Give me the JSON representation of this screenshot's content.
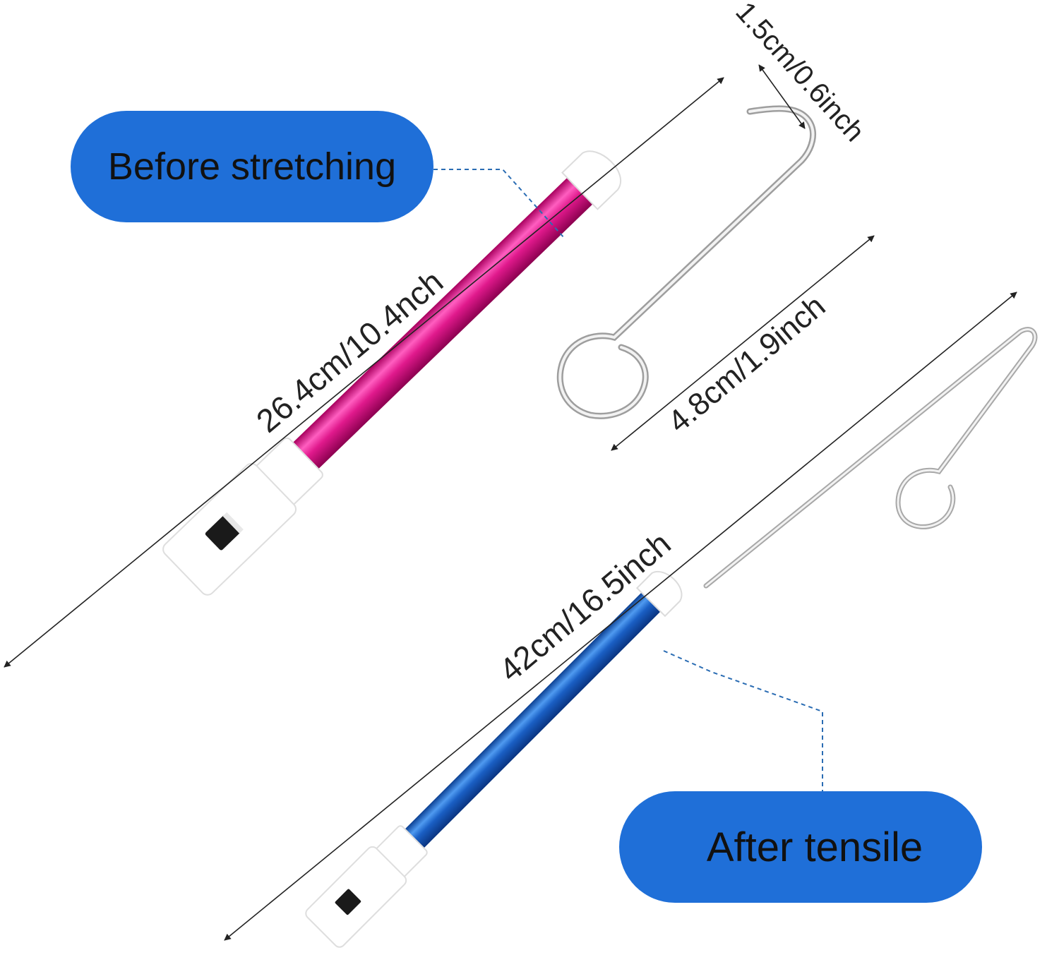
{
  "labels": {
    "before": "Before stretching",
    "after": "After tensile"
  },
  "dimensions": {
    "cap_width": "1.5cm/0.6inch",
    "tube_length_before": "26.4cm/10.4nch",
    "wire_depth": "4.8cm/1.9inch",
    "total_length_after": "42cm/16.5inch"
  },
  "colors": {
    "label_pill": "#1f6fd8",
    "pink_tube": "#e0198c",
    "blue_tube": "#1a5fc4",
    "mouthpiece": "#ffffff",
    "wire": "#b9b9b9",
    "guide_line": "#2a6cb3"
  }
}
